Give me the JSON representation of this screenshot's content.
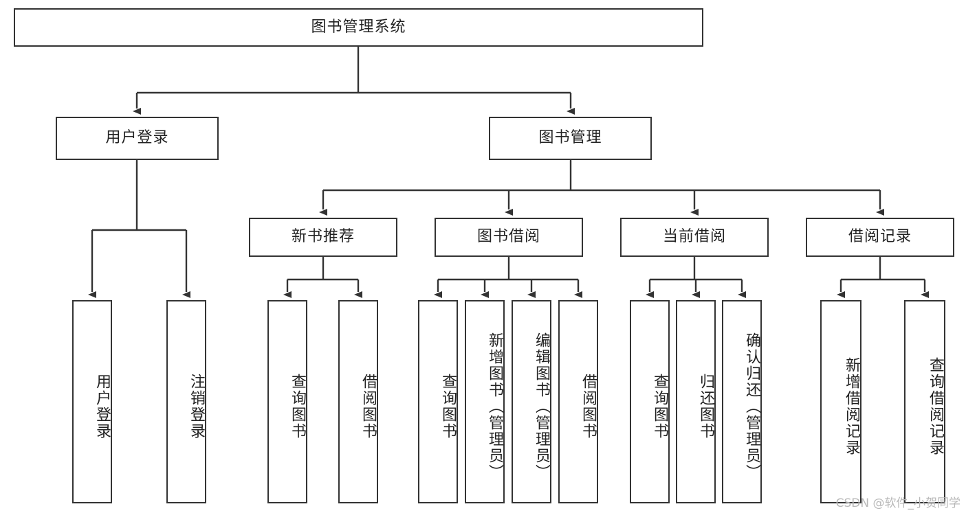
{
  "diagram": {
    "title": "图书管理系统",
    "type": "tree",
    "root": {
      "label": "图书管理系统"
    },
    "level2": [
      {
        "label": "用户登录"
      },
      {
        "label": "图书管理"
      }
    ],
    "level3": [
      {
        "label": "新书推荐"
      },
      {
        "label": "图书借阅"
      },
      {
        "label": "当前借阅"
      },
      {
        "label": "借阅记录"
      }
    ],
    "leaves": {
      "user_login": [
        {
          "label": "用户登录"
        },
        {
          "label": "注销登录"
        }
      ],
      "new_book_recommend": [
        {
          "label": "查询图书"
        },
        {
          "label": "借阅图书"
        }
      ],
      "book_borrow": [
        {
          "label": "查询图书"
        },
        {
          "label": "新增图书（管理员）"
        },
        {
          "label": "编辑图书（管理员）"
        },
        {
          "label": "借阅图书"
        }
      ],
      "current_borrow": [
        {
          "label": "查询图书"
        },
        {
          "label": "归还图书"
        },
        {
          "label": "确认归还（管理员）"
        }
      ],
      "borrow_record": [
        {
          "label": "新增借阅记录"
        },
        {
          "label": "查询借阅记录"
        }
      ]
    }
  },
  "watermark": {
    "text": "CSDN @软件_小贺同学"
  },
  "colors": {
    "border": "#333333",
    "fill": "#ffffff",
    "text": "#222222",
    "watermark": "#b8b8b8"
  }
}
